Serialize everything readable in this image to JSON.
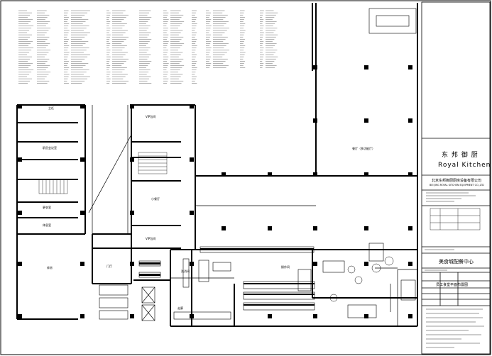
{
  "title_block": {
    "brand_cn": "东 邦 御 厨",
    "brand_en": "Royal Kitchen",
    "company_cn": "北京东邦御厨厨房设备有限公司",
    "company_en": "BEI JING ROYAL KITCHEN EQUIPMENT CO.,LTD",
    "project_title": "美食城配餐中心",
    "drawing_title": "员工食堂平面布置图"
  },
  "rooms": {
    "office": "主任",
    "meeting": "职员会议室",
    "restaurant": "餐厅（多功能厅）",
    "small_dining": "小餐厅",
    "vip_room_1": "VIP包间",
    "vip_room_2": "VIP包间",
    "storage": "库房",
    "room_a": "更衣室",
    "room_b": "休息室",
    "lobby": "门厅",
    "dishroom": "洗消间",
    "kitchen": "操作间",
    "corridor": "走廊"
  },
  "legend_columns_note": "equipment schedule columns (illegible at this scale)"
}
